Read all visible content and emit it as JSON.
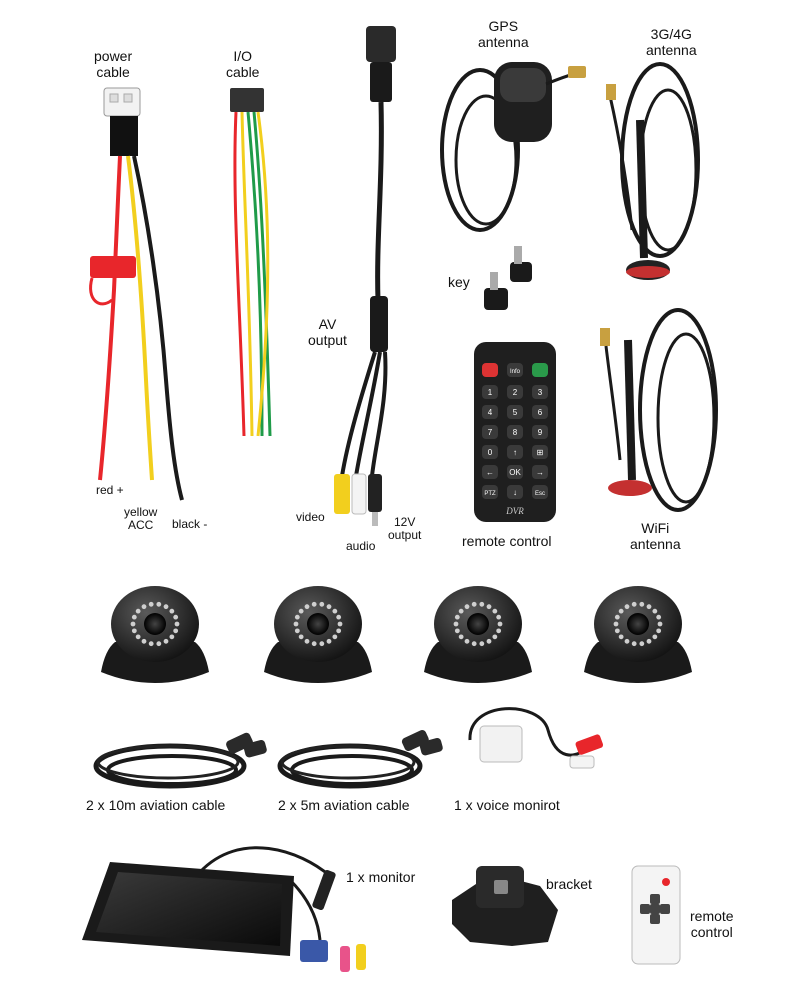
{
  "labels": {
    "power_cable": [
      "power",
      "cable"
    ],
    "io_cable": [
      "I/O",
      "cable"
    ],
    "gps_antenna": [
      "GPS",
      "antenna"
    ],
    "antenna_3g4g": [
      "3G/4G",
      "antenna"
    ],
    "key": "key",
    "av_output": [
      "AV",
      "output"
    ],
    "red_plus": "red +",
    "yellow_acc": [
      "yellow",
      "ACC"
    ],
    "black_minus": "black -",
    "video": "video",
    "audio": "audio",
    "output_12v": [
      "12V",
      "output"
    ],
    "remote_control": "remote control",
    "wifi_antenna": [
      "WiFi",
      "antenna"
    ],
    "cable_10m": "2 x 10m aviation cable",
    "cable_5m": "2 x 5m aviation cable",
    "voice_monitor": "1 x voice monirot",
    "monitor": "1 x monitor",
    "bracket": "bracket",
    "remote_control_small": [
      "remote",
      "control"
    ]
  },
  "remote_keys": {
    "top_row": [
      "",
      "Info",
      ""
    ],
    "digits": [
      "1",
      "2",
      "3",
      "4",
      "5",
      "6",
      "7",
      "8",
      "9",
      "0",
      "↑",
      "⊞"
    ],
    "nav": [
      "←",
      "OK",
      "→"
    ],
    "bottom": [
      "PTZ",
      "↓",
      "Esc"
    ],
    "brand": "DVR"
  },
  "colors": {
    "red_wire": "#e8262b",
    "yellow_wire": "#f2cf1e",
    "green_wire": "#1f9b49",
    "black": "#1a1a1a",
    "fuse_red": "#e8262b"
  }
}
